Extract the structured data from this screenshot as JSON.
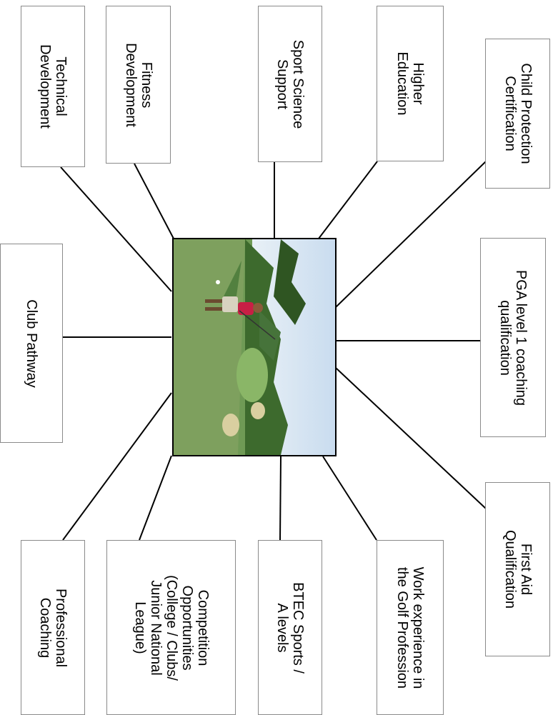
{
  "center_image": {
    "description_icon": "golf-photo-icon"
  },
  "nodes": [
    {
      "id": "technical-development",
      "lines": [
        "Technical",
        "Development"
      ]
    },
    {
      "id": "fitness-development",
      "lines": [
        "Fitness",
        "Development"
      ]
    },
    {
      "id": "sport-science-support",
      "lines": [
        "Sport Science",
        "Support"
      ]
    },
    {
      "id": "higher-education",
      "lines": [
        "Higher",
        "Education"
      ]
    },
    {
      "id": "child-protection-certification",
      "lines": [
        "Child Protection",
        "Certification"
      ]
    },
    {
      "id": "club-pathway",
      "lines": [
        "Club Pathway"
      ]
    },
    {
      "id": "pga-level-1",
      "lines": [
        "PGA level 1 coaching",
        "qualification"
      ]
    },
    {
      "id": "professional-coaching",
      "lines": [
        "Professional",
        "Coaching"
      ]
    },
    {
      "id": "competition-opportunities",
      "lines": [
        "Competition",
        "Opportunities",
        "(College / Clubs/",
        "Junior National",
        "League)"
      ]
    },
    {
      "id": "btec-sports",
      "lines": [
        "BTEC Sports /",
        "A levels"
      ]
    },
    {
      "id": "work-experience",
      "lines": [
        "Work experience in",
        "the Golf Profession"
      ]
    },
    {
      "id": "first-aid",
      "lines": [
        "First Aid",
        "Qualification"
      ]
    }
  ]
}
